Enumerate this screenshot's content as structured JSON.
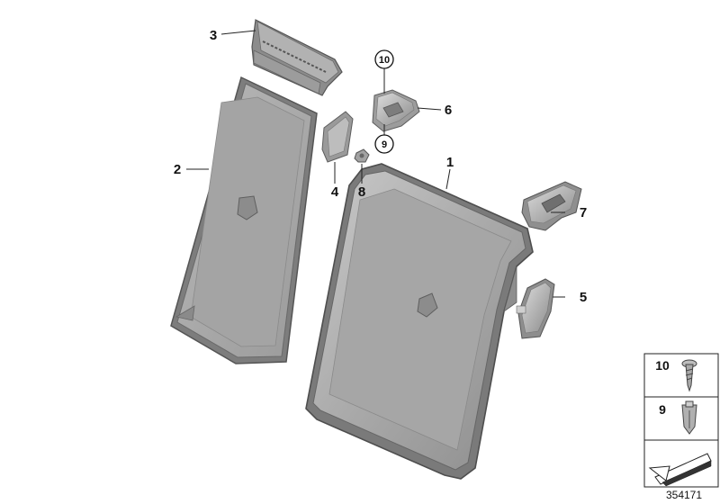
{
  "diagram": {
    "callouts": [
      "1",
      "2",
      "3",
      "4",
      "5",
      "6",
      "7",
      "8"
    ],
    "circled_callouts": [
      "10",
      "9"
    ],
    "legend": {
      "items": [
        {
          "number": "10",
          "icon": "screw-icon"
        },
        {
          "number": "9",
          "icon": "clip-nut-icon"
        }
      ],
      "arrow_icon": "direction-arrow-icon"
    },
    "diagram_id": "354171",
    "colors": {
      "part_fill": "#8f8f8f",
      "part_face": "#b4b4b4",
      "part_edge": "#5e5e5e",
      "part_highlight": "#d2d2d2"
    }
  }
}
